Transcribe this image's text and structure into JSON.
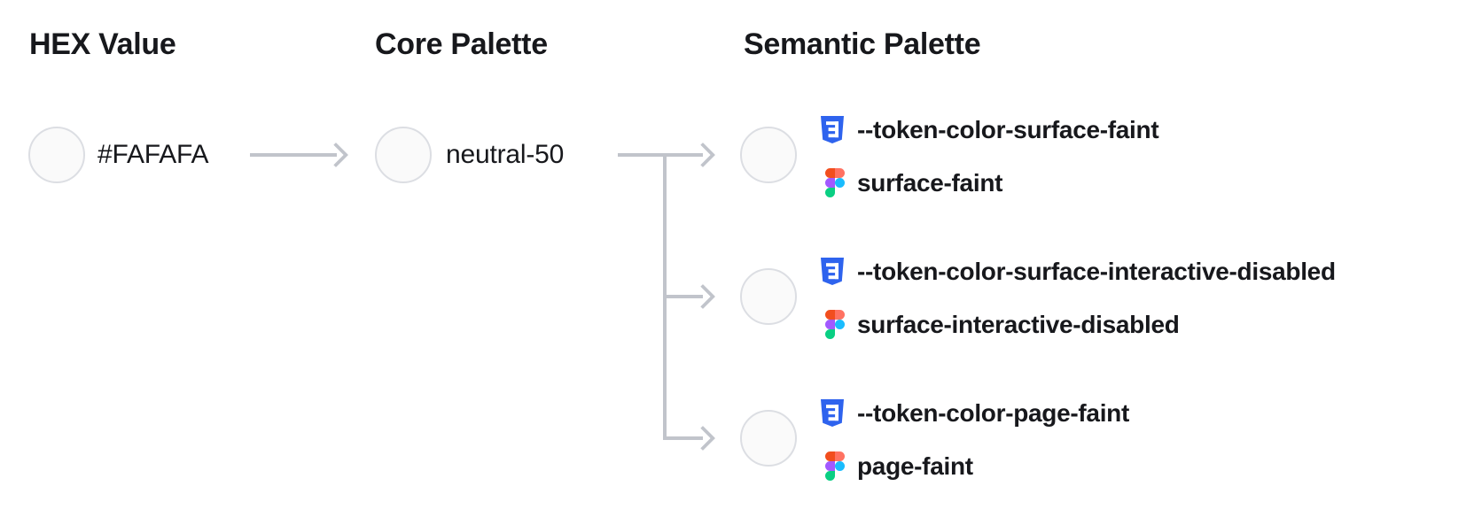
{
  "diagram": {
    "columns": [
      {
        "heading": "HEX Value"
      },
      {
        "heading": "Core Palette"
      },
      {
        "heading": "Semantic Palette"
      }
    ],
    "hex": {
      "label": "#FAFAFA",
      "swatch": "#FAFAFA"
    },
    "core": {
      "label": "neutral-50",
      "swatch": "#FAFAFA"
    },
    "semantic": {
      "items": [
        {
          "css_var": "--token-color-surface-faint",
          "figma_name": "surface-faint",
          "swatch": "#FAFAFA"
        },
        {
          "css_var": "--token-color-surface-interactive-disabled",
          "figma_name": "surface-interactive-disabled",
          "swatch": "#FAFAFA"
        },
        {
          "css_var": "--token-color-page-faint",
          "figma_name": "page-faint",
          "swatch": "#FAFAFA"
        }
      ]
    }
  },
  "colors": {
    "page-bg": "#FFFFFF",
    "text": "#17181C",
    "line": "#C1C4CB",
    "swatch-fill": "#FAFAFA",
    "swatch-border": "#DCDEE3",
    "css-blue": "#2E63EE",
    "figma-red": "#F24E1E",
    "figma-salmon": "#FF7262",
    "figma-purple": "#A259FF",
    "figma-blue": "#1ABCFE",
    "figma-green": "#0ACF83"
  }
}
